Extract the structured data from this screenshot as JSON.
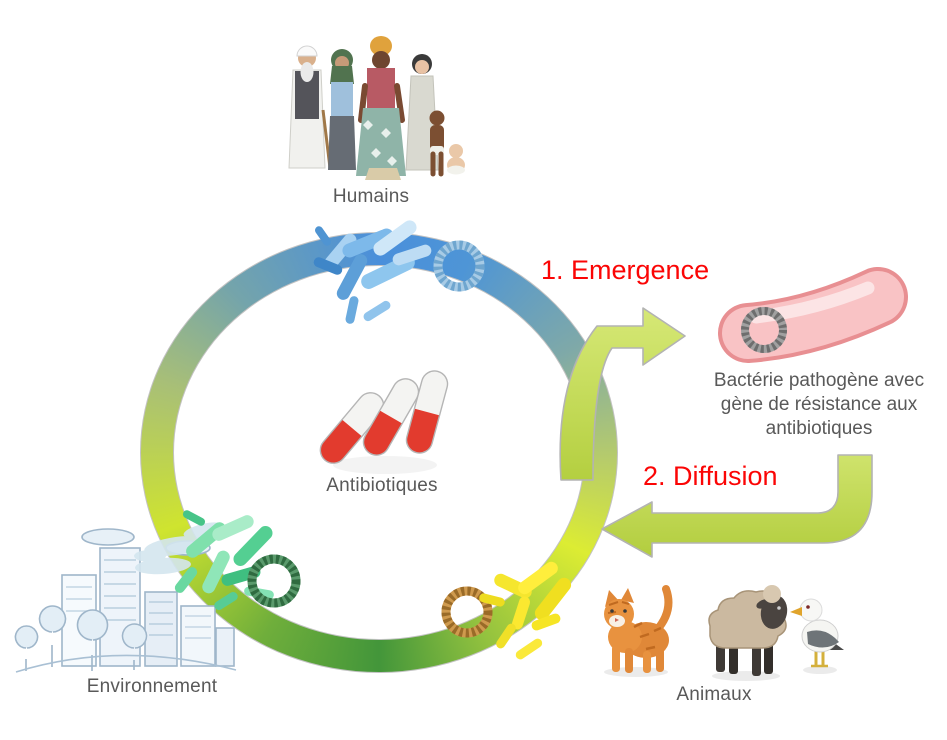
{
  "labels": {
    "humans": "Humains",
    "antibiotics": "Antibiotiques",
    "environment": "Environnement",
    "animals": "Animaux",
    "step1": "1. Emergence",
    "step2": "2. Diffusion",
    "pathogen_caption": "Bactérie pathogène avec gène de résistance aux antibiotiques"
  },
  "colors": {
    "step_label_red": "#fb0505",
    "caption_gray": "#595959",
    "ring_top_blue": "#4a8fdb",
    "ring_side_yellow_green": "#dcec33",
    "ring_bottom_green": "#43963a",
    "arrow_green": "#c6dc5e",
    "pathogen_pink": "#f9c3c5",
    "capsule_red": "#e23b2e",
    "bacteria_blue": "#7db9ea",
    "bacteria_mint_green": "#66d99a",
    "bacteria_yellow": "#f2e426",
    "plasmid_blue": "#6fa6cf",
    "plasmid_green": "#3a7d4e",
    "plasmid_orange": "#b5823c",
    "plasmid_gray": "#7d7d7d"
  },
  "icons": {
    "top": "humans-group-illustration",
    "bottom_left": "city-environment-illustration",
    "bottom_right": [
      "cat",
      "sheep",
      "seagull"
    ],
    "center": "antibiotic-capsules",
    "right": "pink-pathogen-bacterium-with-plasmid",
    "on_ring": [
      "blue-bacteria-cluster",
      "green-bacteria-cluster",
      "yellow-bacteria-cluster",
      "blue-plasmid",
      "green-plasmid",
      "orange-plasmid"
    ]
  }
}
